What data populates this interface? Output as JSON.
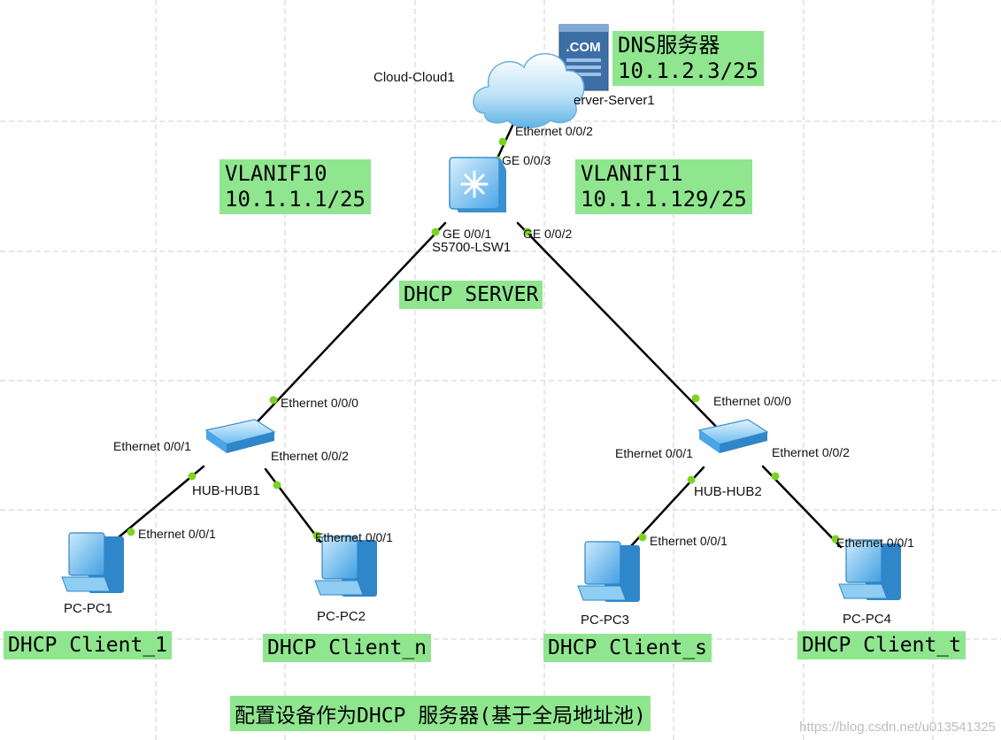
{
  "devices": {
    "cloud": {
      "label": "Cloud-Cloud1"
    },
    "dns_server": {
      "label": "erver-Server1",
      "badge": ".COM"
    },
    "switch": {
      "label": "S5700-LSW1"
    },
    "hub1": {
      "label": "HUB-HUB1"
    },
    "hub2": {
      "label": "HUB-HUB2"
    },
    "pcs": [
      {
        "label": "PC-PC1"
      },
      {
        "label": "PC-PC2"
      },
      {
        "label": "PC-PC3"
      },
      {
        "label": "PC-PC4"
      }
    ]
  },
  "ports": {
    "cloud_eth": "Ethernet 0/0/2",
    "sw_ge3": "GE 0/0/3",
    "sw_ge1": "GE 0/0/1",
    "sw_ge2": "GE 0/0/2",
    "hub1_eth0": "Ethernet 0/0/0",
    "hub1_eth1": "Ethernet 0/0/1",
    "hub1_eth2": "Ethernet 0/0/2",
    "pc1_eth": "Ethernet 0/0/1",
    "pc2_eth": "Ethernet 0/0/1",
    "hub2_eth0": "Ethernet 0/0/0",
    "hub2_eth1": "Ethernet 0/0/1",
    "hub2_eth2": "Ethernet 0/0/2",
    "pc3_eth": "Ethernet 0/0/1",
    "pc4_eth": "Ethernet 0/0/1"
  },
  "notes": {
    "dns": {
      "line1": "DNS服务器",
      "line2": "10.1.2.3/25"
    },
    "vlanif10": {
      "line1": "VLANIF10",
      "line2": "10.1.1.1/25"
    },
    "vlanif11": {
      "line1": "VLANIF11",
      "line2": "10.1.1.129/25"
    },
    "dhcp_server": "DHCP SERVER",
    "client_1": "DHCP Client_1",
    "client_n": "DHCP Client_n",
    "client_s": "DHCP Client_s",
    "client_t": "DHCP Client_t",
    "caption": "配置设备作为DHCP 服务器(基于全局地址池)"
  },
  "watermark": "https://blog.csdn.net/u013541325",
  "colors": {
    "note_bg": "#8fe68f",
    "link": "#000000",
    "port_dot": "#7ed321",
    "grid": "#cfcfcf",
    "device_blue": "#4aa6e8"
  }
}
